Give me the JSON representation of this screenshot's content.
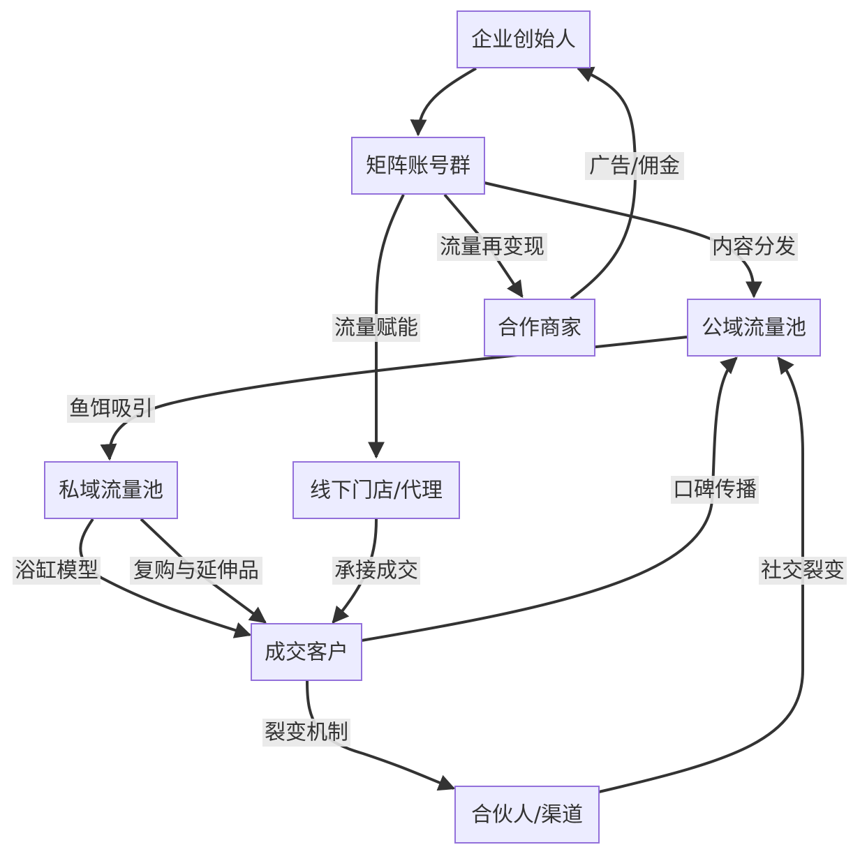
{
  "diagram": {
    "nodes": {
      "founder": "企业创始人",
      "matrix": "矩阵账号群",
      "partner_merchant": "合作商家",
      "public_pool": "公域流量池",
      "private_pool": "私域流量池",
      "offline_store": "线下门店/代理",
      "customer": "成交客户",
      "channel_partner": "合伙人/渠道"
    },
    "edges": {
      "founder_to_matrix": "",
      "merchant_to_founder": "广告/佣金",
      "matrix_to_merchant": "流量再变现",
      "matrix_to_public": "内容分发",
      "matrix_to_offline": "流量赋能",
      "public_to_private": "鱼饵吸引",
      "private_to_customer_bathtub": "浴缸模型",
      "private_to_customer_repurchase": "复购与延伸品",
      "offline_to_customer": "承接成交",
      "customer_to_public": "口碑传播",
      "customer_to_partner": "裂变机制",
      "partner_to_public": "社交裂变"
    },
    "colors": {
      "node_fill": "#ECECFF",
      "node_stroke": "#9370DB",
      "edge": "#333333",
      "label_bg": "#e8e8e8",
      "text": "#333333"
    }
  }
}
